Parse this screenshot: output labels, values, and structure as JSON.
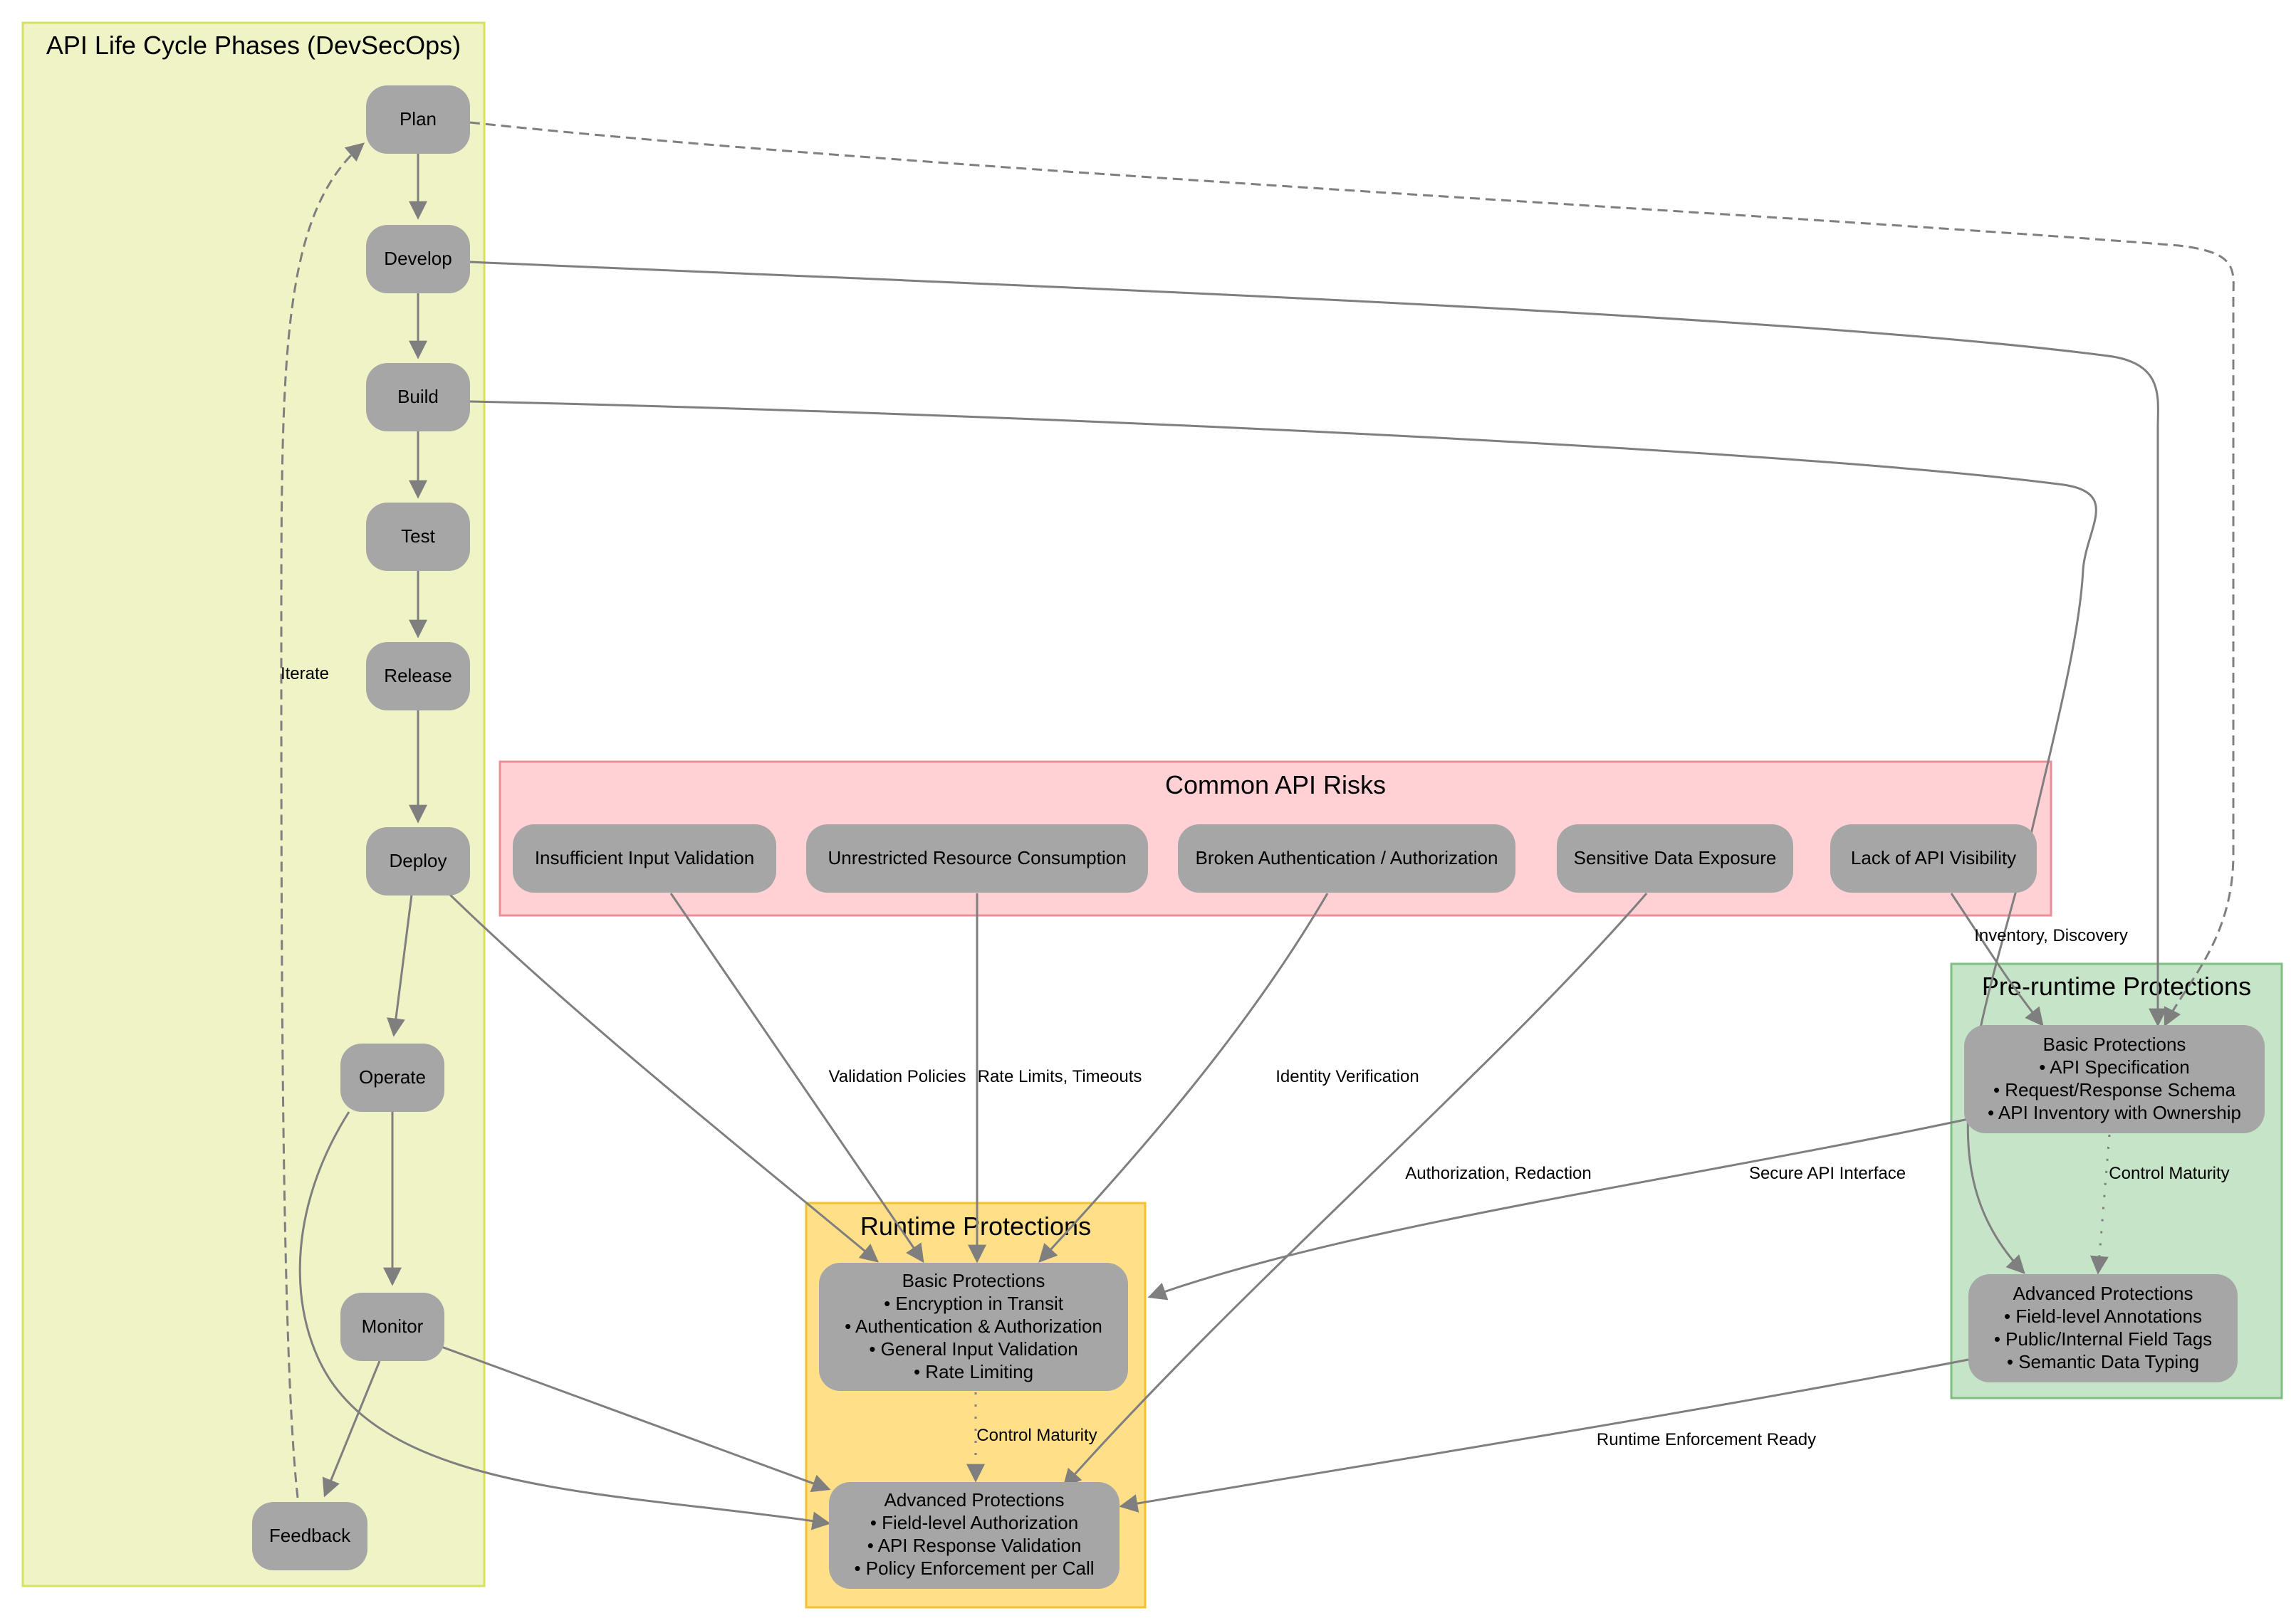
{
  "clusters": {
    "lifecycle": {
      "title": "API Life Cycle Phases (DevSecOps)",
      "fill": "#eff3c6",
      "stroke": "#d7e25e"
    },
    "risks": {
      "title": "Common API Risks",
      "fill": "#ffd0d4",
      "stroke": "#ea8f98"
    },
    "runtime": {
      "title": "Runtime Protections",
      "fill": "#ffdf88",
      "stroke": "#f1c233"
    },
    "preruntime": {
      "title": "Pre-runtime Protections",
      "fill": "#c6e5c8",
      "stroke": "#7fbf83"
    }
  },
  "nodes": {
    "plan": "Plan",
    "develop": "Develop",
    "build": "Build",
    "test": "Test",
    "release": "Release",
    "deploy": "Deploy",
    "operate": "Operate",
    "monitor": "Monitor",
    "feedback": "Feedback",
    "risk_input": "Insufficient Input Validation",
    "risk_resource": "Unrestricted Resource Consumption",
    "risk_auth": "Broken Authentication / Authorization",
    "risk_data": "Sensitive Data Exposure",
    "risk_visibility": "Lack of API Visibility",
    "rt_basic": {
      "title": "Basic Protections",
      "items": [
        "• Encryption in Transit",
        "• Authentication & Authorization",
        "• General Input Validation",
        "• Rate Limiting"
      ]
    },
    "rt_adv": {
      "title": "Advanced Protections",
      "items": [
        "• Field-level Authorization",
        "• API Response Validation",
        "• Policy Enforcement per Call"
      ]
    },
    "pre_basic": {
      "title": "Basic Protections",
      "items": [
        "• API Specification",
        "• Request/Response Schema",
        "• API Inventory with Ownership"
      ]
    },
    "pre_adv": {
      "title": "Advanced Protections",
      "items": [
        "• Field-level Annotations",
        "• Public/Internal Field Tags",
        "• Semantic Data Typing"
      ]
    }
  },
  "edge_labels": {
    "iterate": "Iterate",
    "validation": "Validation Policies",
    "rate": "Rate Limits, Timeouts",
    "identity": "Identity Verification",
    "authz": "Authorization, Redaction",
    "inventory": "Inventory, Discovery",
    "secure_api": "Secure API Interface",
    "maturity_pre": "Control Maturity",
    "maturity_rt": "Control Maturity",
    "runtime_ready": "Runtime Enforcement Ready"
  },
  "colors": {
    "node_fill": "#a6a6a6",
    "edge": "#7f7f7f"
  }
}
